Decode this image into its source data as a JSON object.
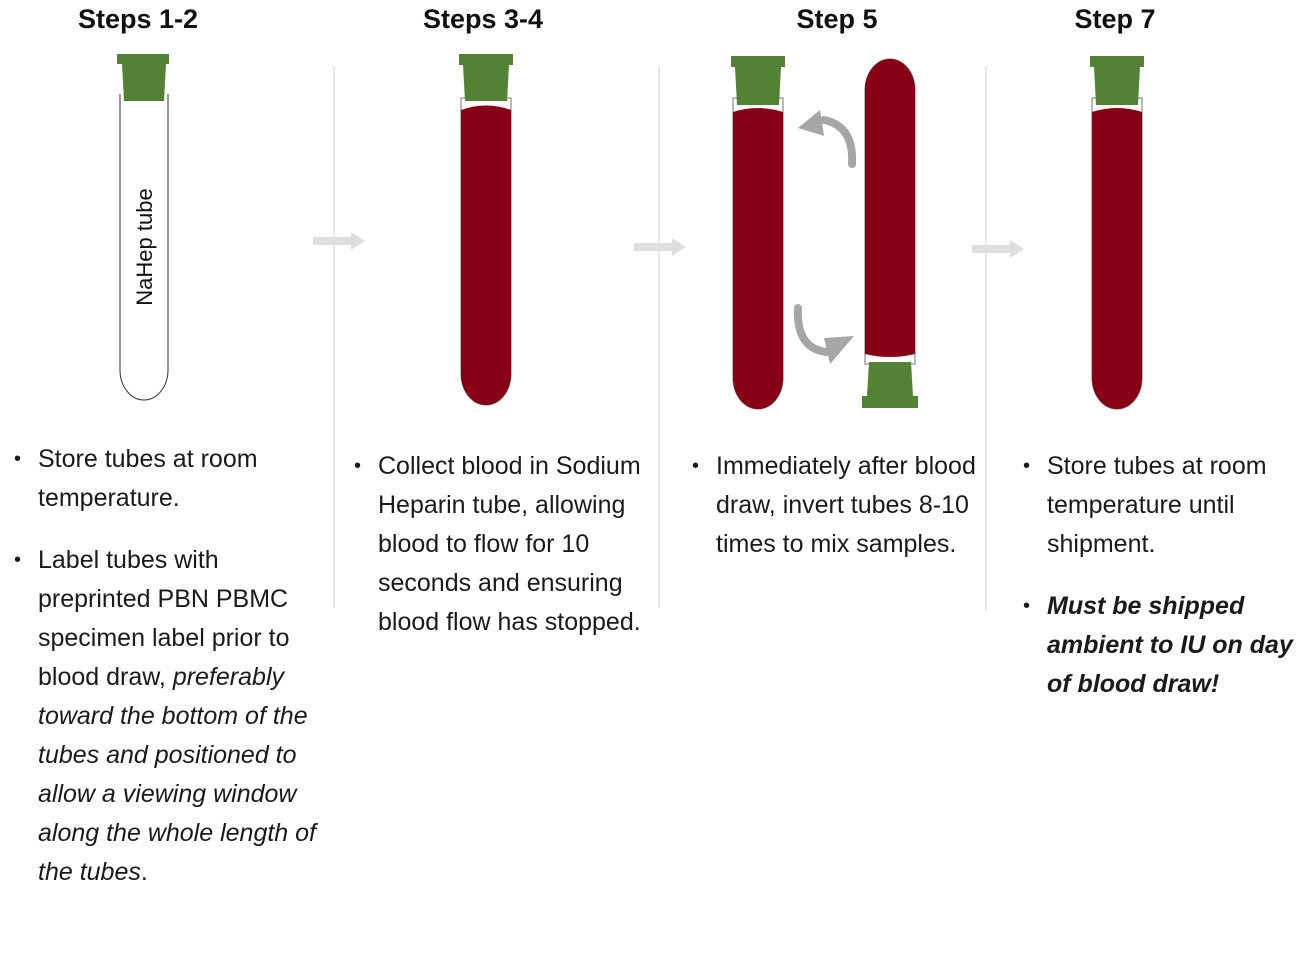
{
  "steps": [
    {
      "title": "Steps 1-2"
    },
    {
      "title": "Steps 3-4"
    },
    {
      "title": "Step 5"
    },
    {
      "title": "Step 7"
    }
  ],
  "tube_label": "NaHep tube",
  "notes": {
    "col1": {
      "item1": "Store tubes at room temperature.",
      "item2_normal": "Label tubes with preprinted PBN PBMC specimen label prior to blood draw, ",
      "item2_italic": "preferably toward the bottom of the tubes and positioned to allow a viewing window along the whole length of the tubes",
      "item2_end": "."
    },
    "col2": {
      "item1": "Collect blood in Sodium Heparin tube, allowing blood to flow for 10 seconds and ensuring blood flow has stopped."
    },
    "col3": {
      "item1": "Immediately after blood draw, invert tubes 8-10 times to mix samples."
    },
    "col4": {
      "item1": "Store tubes at room temperature until shipment.",
      "item2": "Must be shipped ambient to IU on day of blood draw!"
    }
  },
  "colors": {
    "blood": "#870013",
    "cap": "#548235",
    "divider": "#e8e8e8",
    "arrow": "#dedede",
    "curve_arrow": "#a6a6a6"
  }
}
